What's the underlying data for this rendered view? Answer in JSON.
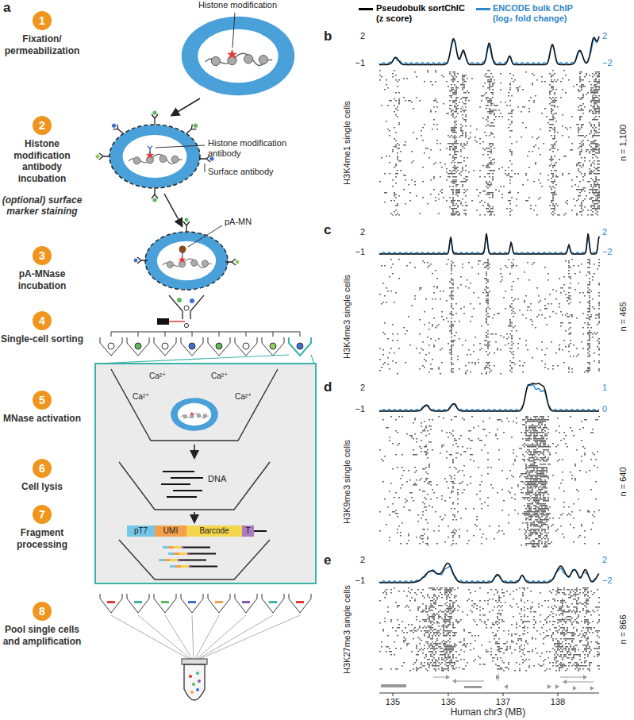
{
  "diagram": {
    "nodes": [
      {
        "text": [
          "1",
          "Fixation/ permeabilization"
        ]
      },
      {
        "text": [
          "2",
          "Histone modification antibody incubation",
          "(optional) surface marker staining"
        ]
      },
      {
        "text": [
          "3",
          "pA-MNase incubation"
        ]
      },
      {
        "text": [
          "4",
          "Single-cell sorting"
        ]
      },
      {
        "text": [
          "5",
          "MNase activation"
        ]
      },
      {
        "text": [
          "6",
          "Cell lysis"
        ]
      },
      {
        "text": [
          "7",
          "Fragment processing"
        ]
      },
      {
        "text": [
          "8",
          "Pool single cells and amplification"
        ]
      }
    ],
    "labels": [
      "a",
      "Histone modification",
      "Histone modification antibody",
      "Surface antibody",
      "pA-MN",
      "Ca²⁺",
      "Ca²⁺",
      "Ca²⁺",
      "Ca²⁺",
      "DNA",
      "pT7",
      "UMI",
      "Barcode",
      "T",
      "b",
      "2",
      "−1",
      "2",
      "−2",
      "H3K4me1 single cells",
      "n = 1,100",
      "c",
      "2",
      "−1",
      "2",
      "−2",
      "H3K4me3 single cells",
      "n = 465",
      "d",
      "2",
      "−1",
      "1",
      "0",
      "H3K9me3 single cells",
      "n = 640",
      "e",
      "2",
      "−1",
      "2",
      "−2",
      "H3K27me3 single cells",
      "n = 866",
      "135",
      "136",
      "137",
      "138",
      "Human chr3 (MB)"
    ],
    "legend": [
      {
        "text": "Pseudobulk sortChIC (z score)",
        "color": "#000000"
      },
      {
        "text": "ENCODE bulk ChIP (log₂ fold change)",
        "color": "#2f86c9"
      }
    ]
  }
}
